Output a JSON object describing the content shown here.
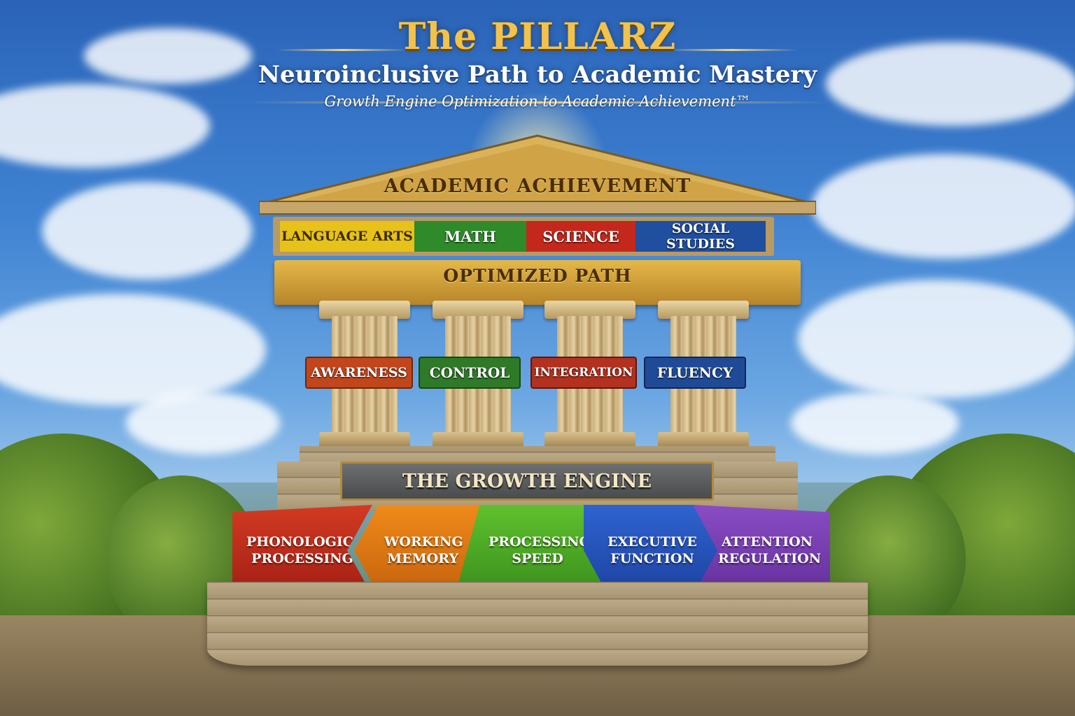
{
  "header": {
    "title": "The PILLARZ",
    "subtitle": "Neuroinclusive Path to Academic Mastery",
    "tagline": "Growth Engine Optimization to Academic Achievement™"
  },
  "temple": {
    "pediment": "ACADEMIC ACHIEVEMENT",
    "subjects": [
      "LANGUAGE ARTS",
      "MATH",
      "SCIENCE",
      "SOCIAL STUDIES"
    ],
    "entablature": "OPTIMIZED PATH",
    "pillars": [
      "AWARENESS",
      "CONTROL",
      "INTEGRATION",
      "FLUENCY"
    ],
    "foundation": "THE GROWTH ENGINE",
    "engine_parts": [
      "PHONOLOGICAL PROCESSING",
      "WORKING MEMORY",
      "PROCESSING SPEED",
      "EXECUTIVE FUNCTION",
      "ATTENTION REGULATION"
    ]
  },
  "colors": {
    "gold": "#d9a62e",
    "yellow": "#e8c21a",
    "green": "#2f8a2a",
    "red": "#c4281c",
    "blue": "#1f4f9e",
    "orange": "#e07a12",
    "lime": "#55b52a",
    "purple": "#7a3fb3",
    "engine_red": "#c02a1e",
    "engine_blue": "#2456c2"
  }
}
